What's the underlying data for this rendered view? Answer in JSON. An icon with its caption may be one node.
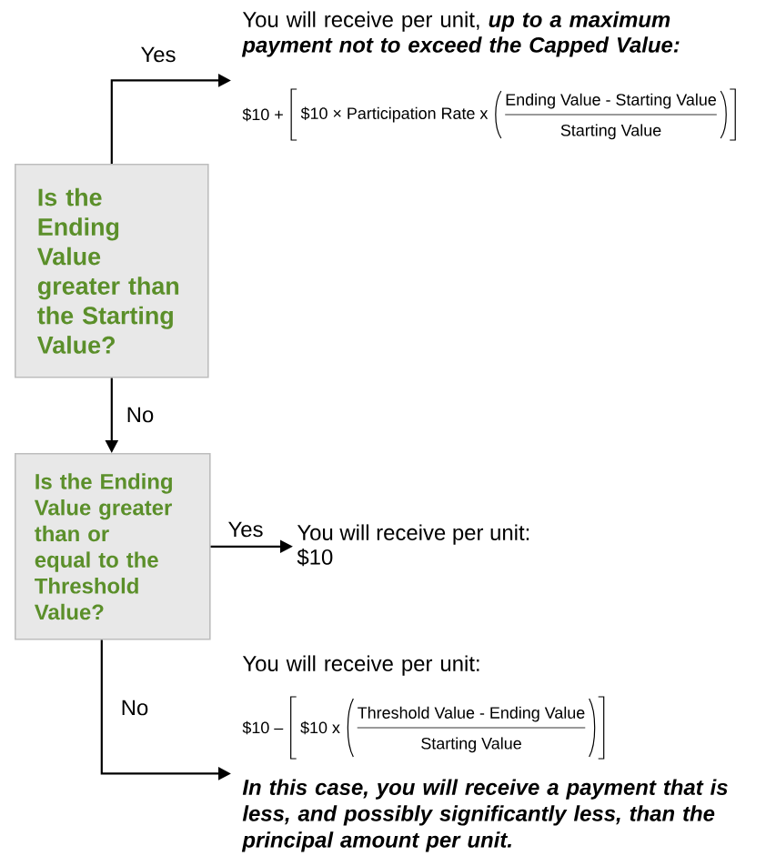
{
  "diagram": {
    "nodes": [
      {
        "text": [
          "Is the Ending Value greater than the Starting Value?"
        ]
      },
      {
        "text": [
          "You will receive per unit, **up to a maximum payment not to exceed the Capped Value:**",
          "$10 +",
          "$10 × Participation Rate x",
          "Ending Value - Starting Value",
          "Starting Value"
        ]
      },
      {
        "text": [
          "Is the Ending Value greater than or equal to the Threshold Value?"
        ]
      },
      {
        "text": [
          "You will receive per unit:",
          "$10"
        ]
      },
      {
        "text": [
          "You will receive per unit:",
          "$10 –",
          "$10 x",
          "Threshold Value - Ending Value",
          "Starting Value",
          "In this case, you will receive a payment that is less, and possibly significantly less, than the principal amount per unit."
        ]
      }
    ],
    "edges": [
      {
        "from": 0,
        "to": 1,
        "arrow": "to",
        "label": "Yes"
      },
      {
        "from": 0,
        "to": 2,
        "arrow": "to",
        "label": "No"
      },
      {
        "from": 2,
        "to": 3,
        "arrow": "to",
        "label": "Yes"
      },
      {
        "from": 2,
        "to": 4,
        "arrow": "to",
        "label": "No"
      }
    ]
  }
}
